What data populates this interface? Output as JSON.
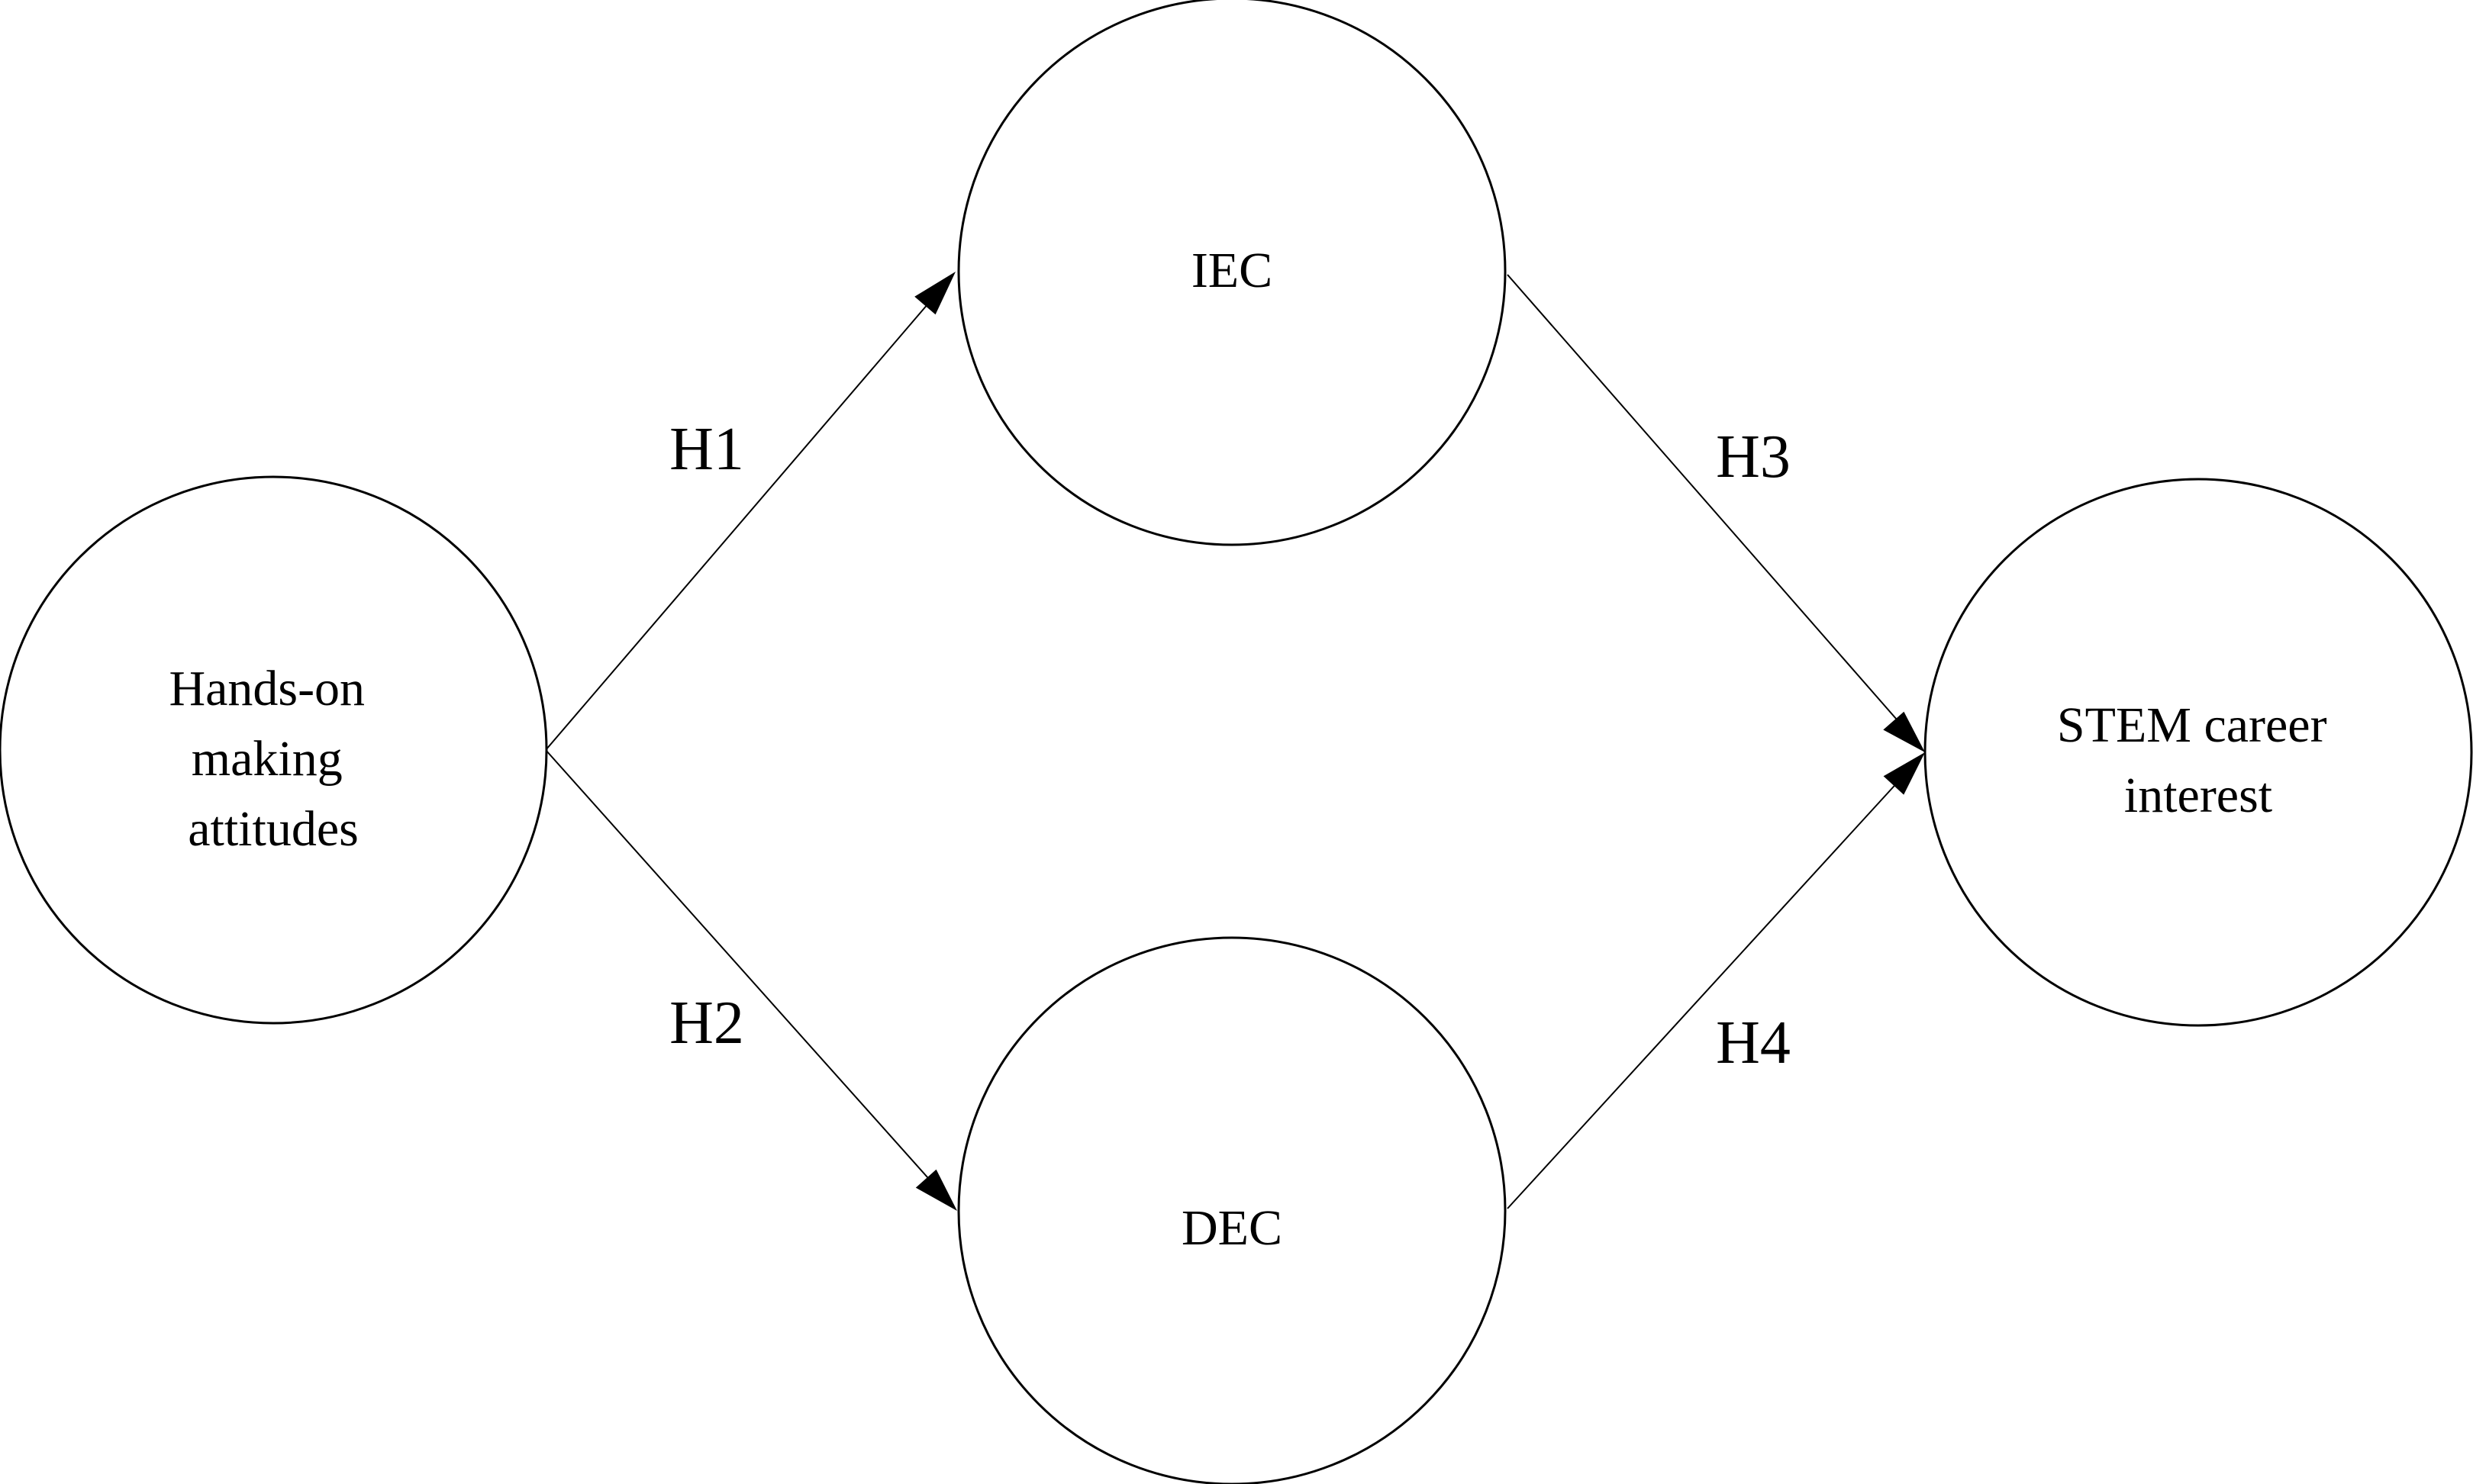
{
  "nodes": {
    "hands_on": {
      "lines": [
        "Hands-on",
        "making",
        "attitudes"
      ]
    },
    "iec": {
      "lines": [
        "IEC"
      ]
    },
    "dec": {
      "lines": [
        "DEC"
      ]
    },
    "stem": {
      "lines": [
        "STEM career",
        "interest"
      ]
    }
  },
  "edges": {
    "h1": {
      "label": "H1"
    },
    "h2": {
      "label": "H2"
    },
    "h3": {
      "label": "H3"
    },
    "h4": {
      "label": "H4"
    }
  }
}
